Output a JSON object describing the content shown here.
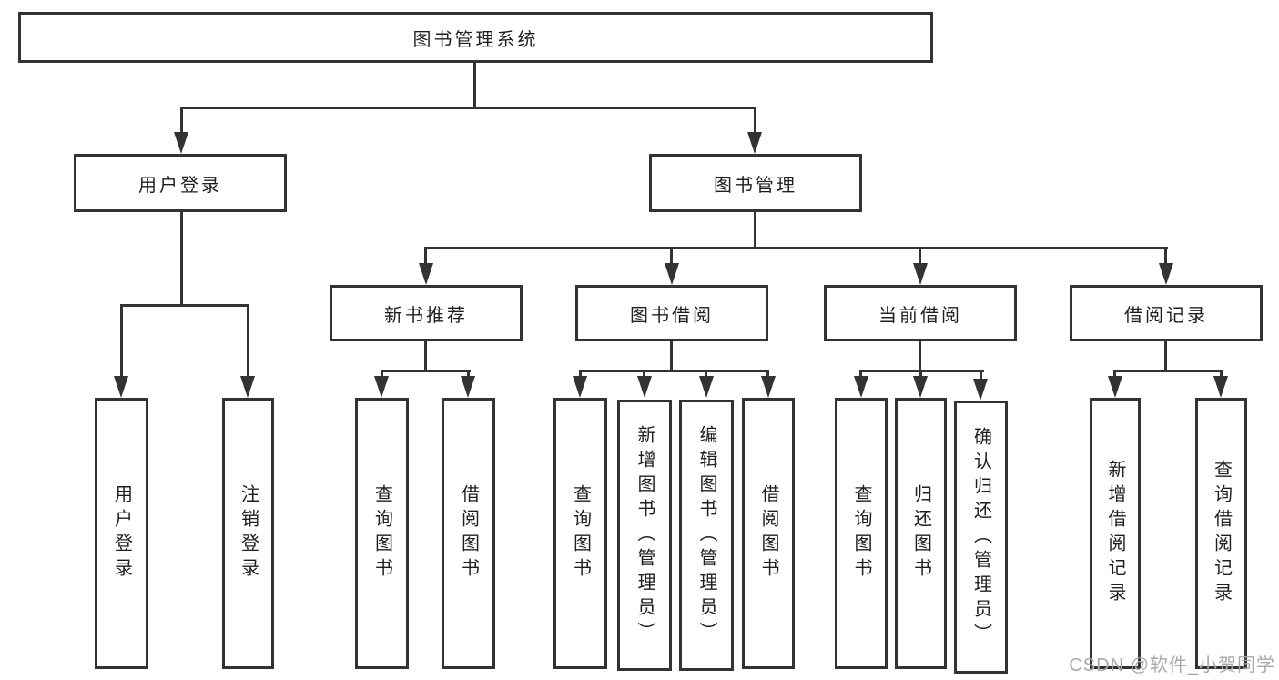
{
  "tree": {
    "root": {
      "label": "图书管理系统",
      "children": [
        {
          "label": "用户登录",
          "children": [
            {
              "label": "用户登录"
            },
            {
              "label": "注销登录"
            }
          ]
        },
        {
          "label": "图书管理",
          "children": [
            {
              "label": "新书推荐",
              "children": [
                {
                  "label": "查询图书"
                },
                {
                  "label": "借阅图书"
                }
              ]
            },
            {
              "label": "图书借阅",
              "children": [
                {
                  "label": "查询图书"
                },
                {
                  "label": "新增图书（管理员）"
                },
                {
                  "label": "编辑图书（管理员）"
                },
                {
                  "label": "借阅图书"
                }
              ]
            },
            {
              "label": "当前借阅",
              "children": [
                {
                  "label": "查询图书"
                },
                {
                  "label": "归还图书"
                },
                {
                  "label": "确认归还（管理员）"
                }
              ]
            },
            {
              "label": "借阅记录",
              "children": [
                {
                  "label": "新增借阅记录"
                },
                {
                  "label": "查询借阅记录"
                }
              ]
            }
          ]
        }
      ]
    }
  },
  "watermark": {
    "text": "CSDN @软件_小贺同学"
  },
  "colors": {
    "line": "#333333",
    "text": "#1f1f1f",
    "box_bg": "#ffffff",
    "page_bg": "#ffffff",
    "watermark": "#a9a9a9"
  }
}
